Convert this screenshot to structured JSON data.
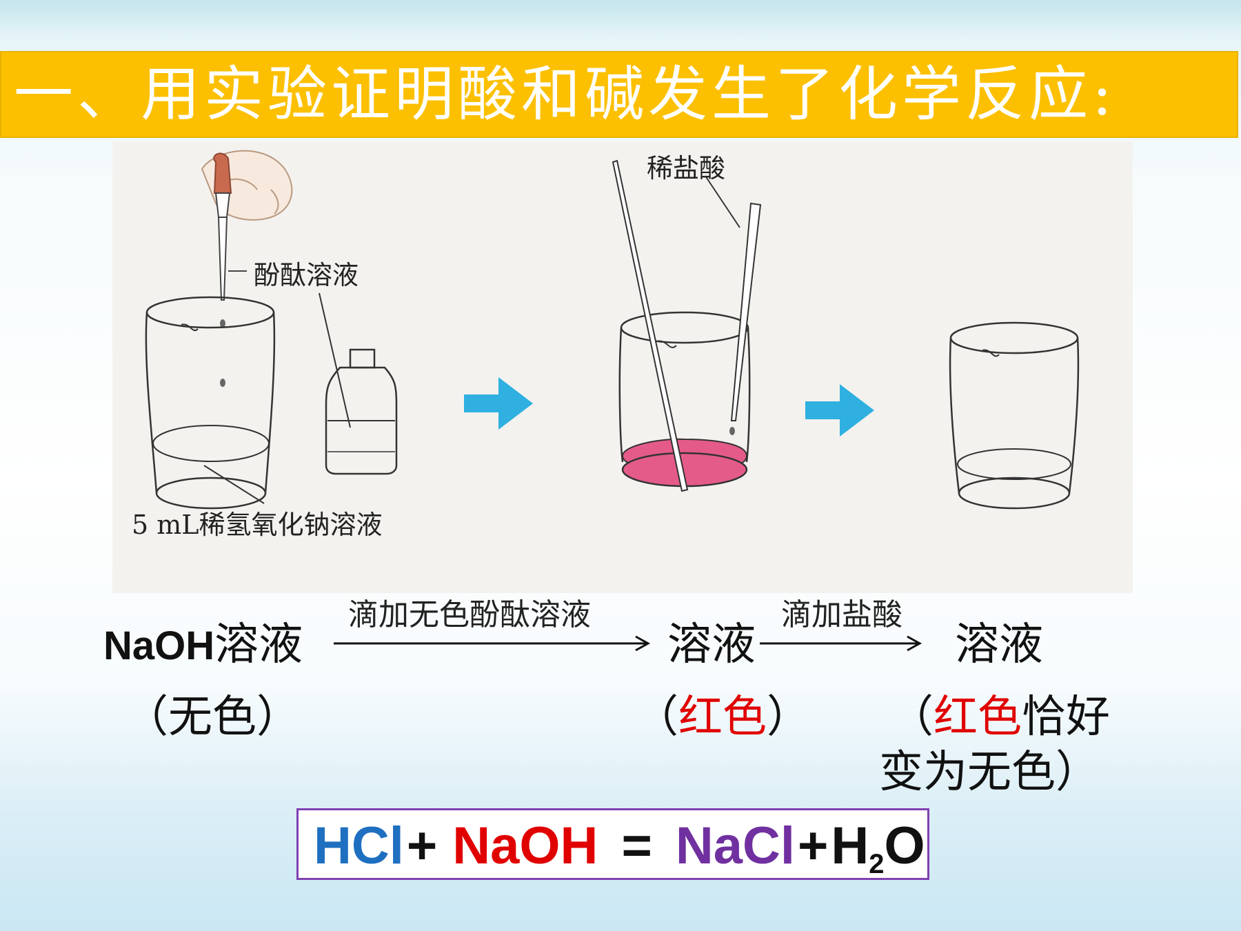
{
  "title": "一、用实验证明酸和碱发生了化学反应:",
  "figure": {
    "label_phenolphthalein": "酚酞溶液",
    "label_naoh_volume": "5 mL稀氢氧化钠溶液",
    "label_dilute_hcl": "稀盐酸"
  },
  "flow": {
    "naoh_formula": "NaOH",
    "naoh_solution_suffix": "溶液",
    "cond1": "滴加无色酚酞溶液",
    "solution2": "溶液",
    "cond2": "滴加盐酸",
    "solution3": "溶液",
    "state1": "（无色）",
    "state2_open": "（",
    "state2_color": "红色",
    "state2_close": "）",
    "state3_open": "（",
    "state3_color": "红色",
    "state3_rest": "恰好",
    "state3_line2": "变为无色）"
  },
  "equation": {
    "hcl": "HCl",
    "plus1": "+",
    "naoh": "NaOH",
    "equals": "=",
    "nacl": "NaCl",
    "plus2": "+",
    "h": "H",
    "sub2": "2",
    "o": "O"
  },
  "colors": {
    "title_bg": "#fcc000",
    "hcl": "#1f6fc0",
    "naoh": "#e00000",
    "nacl": "#7030a0",
    "arrow": "#2fb0e0",
    "pink_solution": "#e45b8a"
  }
}
